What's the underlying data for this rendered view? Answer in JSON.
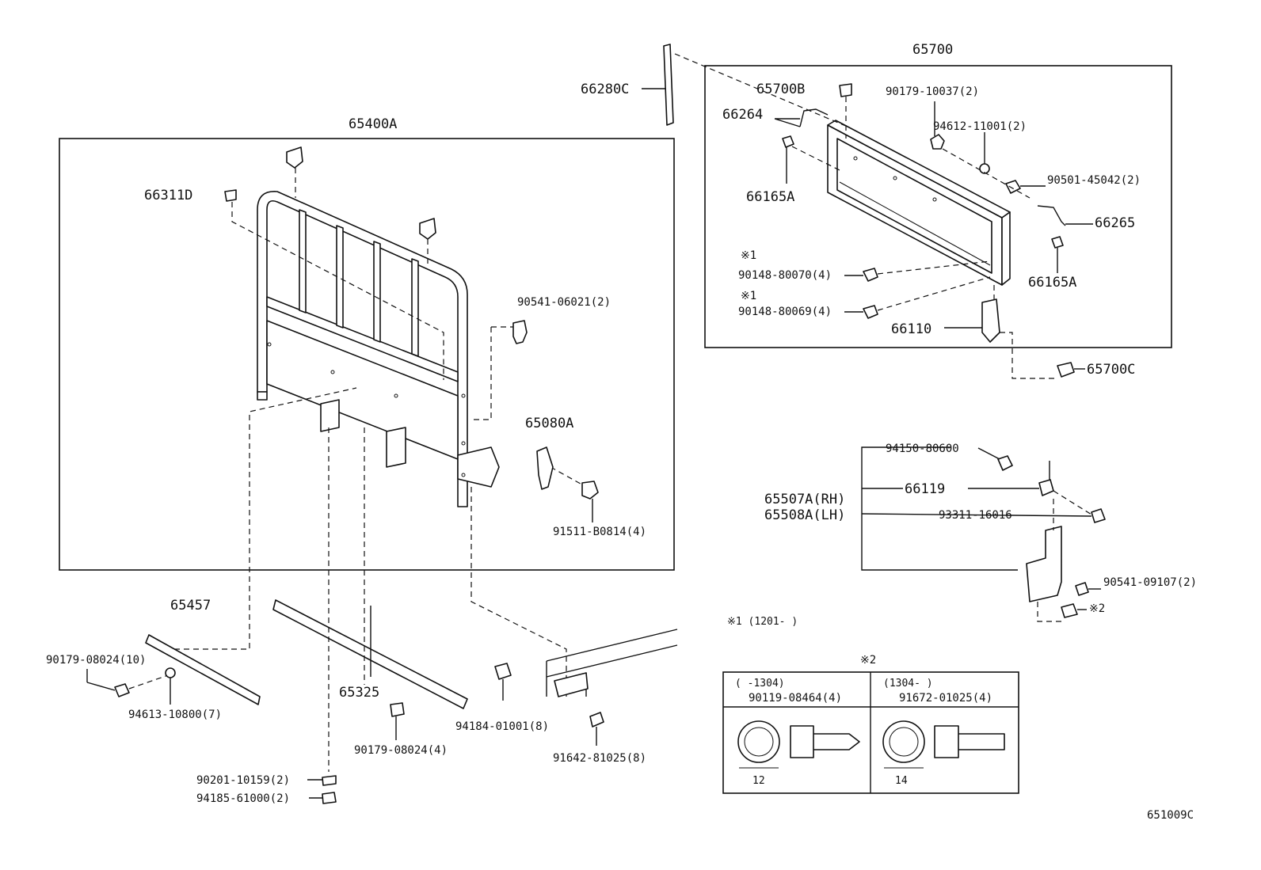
{
  "diagram_code": "651009C",
  "parts": {
    "p65700": "65700",
    "p65700B": "65700B",
    "p66264": "66264",
    "p66280C": "66280C",
    "p90179_10037": "90179-10037(2)",
    "p94612_11001": "94612-11001(2)",
    "p90501_45042": "90501-45042(2)",
    "p66265": "66265",
    "p66165A_left": "66165A",
    "p66165A_right": "66165A",
    "p90148_80070_mark": "※1",
    "p90148_80070": "90148-80070(4)",
    "p90148_80069_mark": "※1",
    "p90148_80069": "90148-80069(4)",
    "p66110": "66110",
    "p65700C": "65700C",
    "p65400A": "65400A",
    "p66311D": "66311D",
    "p90541_06021": "90541-06021(2)",
    "p65080A": "65080A",
    "p91511_B0814": "91511-B0814(4)",
    "p94150_80600": "94150-80600",
    "p66119": "66119",
    "p65507A": "65507A(RH)",
    "p65508A": "65508A(LH)",
    "p93311_16016": "93311-16016",
    "p90541_09107": "90541-09107(2)",
    "p_mark2": "※2",
    "p65457": "65457",
    "p90179_08024_10": "90179-08024(10)",
    "p94613_10800": "94613-10800(7)",
    "p65325": "65325",
    "p90179_08024_4": "90179-08024(4)",
    "p90201_10159": "90201-10159(2)",
    "p94185_61000": "94185-61000(2)",
    "p94184_01001": "94184-01001(8)",
    "p91642_81025": "91642-81025(8)"
  },
  "notes": {
    "note1": "※1 (1201-    )",
    "note2_title": "※2"
  },
  "bolt_table": {
    "col1_range": "(    -1304)",
    "col1_part": "90119-08464(4)",
    "col1_dim": "12",
    "col2_range": "(1304-     )",
    "col2_part": "91672-01025(4)",
    "col2_dim": "14"
  }
}
